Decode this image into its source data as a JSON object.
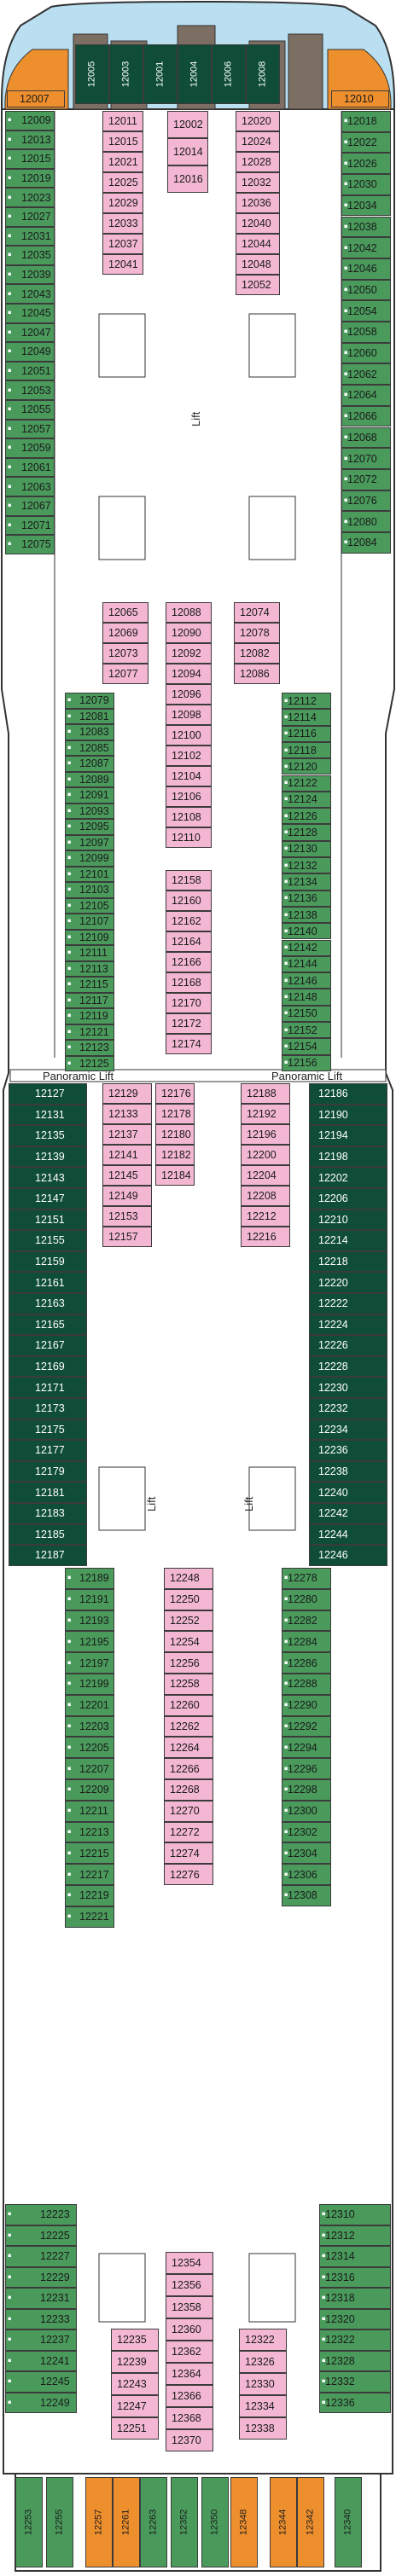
{
  "lift_labels": {
    "upper_lift": "Lift",
    "panoramic_left": "Panoramic Lift",
    "panoramic_right": "Panoramic Lift",
    "lower_lift_left": "Lift",
    "lower_lift_right": "Lift"
  },
  "colors": {
    "balcony_green": "#4a9a5c",
    "dark_green": "#0f4d38",
    "pink": "#f3b7d3",
    "orange": "#ee8f2e",
    "blue": "#b9dff0"
  },
  "cabins": {
    "left_outer_upper": [
      "12009",
      "12013",
      "12015",
      "12019",
      "12023",
      "12027",
      "12031",
      "12035",
      "12039",
      "12043",
      "12045",
      "12047",
      "12049",
      "12051",
      "12053",
      "12055",
      "12057",
      "12059",
      "12061",
      "12063",
      "12067",
      "12071",
      "12075"
    ],
    "right_outer_upper": [
      "12018",
      "12022",
      "12026",
      "12030",
      "12034",
      "12038",
      "12042",
      "12046",
      "12050",
      "12054",
      "12058",
      "12060",
      "12062",
      "12064",
      "12066",
      "12068",
      "12070",
      "12072",
      "12076",
      "12080",
      "12084"
    ],
    "center_left_upper": [
      "12011",
      "12015",
      "12021",
      "12025",
      "12029",
      "12033",
      "12037",
      "12041"
    ],
    "center_mid_upper": [
      "12002",
      "12014",
      "12016"
    ],
    "center_right_upper": [
      "12020",
      "12024",
      "12028",
      "12032",
      "12036",
      "12040",
      "12044",
      "12048",
      "12052"
    ],
    "left_inner_upper": [
      "12065",
      "12069",
      "12073",
      "12077"
    ],
    "center_upper_mid": [
      "12088",
      "12090",
      "12092"
    ],
    "right_inner_upper": [
      "12074",
      "12078",
      "12082",
      "12086"
    ],
    "center_tall_upper": [
      "12094",
      "12096",
      "12098",
      "12100",
      "12102",
      "12104",
      "12106",
      "12108",
      "12110"
    ],
    "left_outer_mid": [
      "12079",
      "12081",
      "12083",
      "12085",
      "12087",
      "12089",
      "12091",
      "12093",
      "12095",
      "12097",
      "12099",
      "12101",
      "12103",
      "12105",
      "12107",
      "12109",
      "12111",
      "12113",
      "12115",
      "12117",
      "12119",
      "12121",
      "12123",
      "12125"
    ],
    "right_outer_mid": [
      "12112",
      "12114",
      "12116",
      "12118",
      "12120",
      "12122",
      "12124",
      "12126",
      "12128",
      "12130",
      "12132",
      "12134",
      "12136",
      "12138",
      "12140",
      "12142",
      "12144",
      "12146",
      "12148",
      "12150",
      "12152",
      "12154",
      "12156"
    ],
    "center_tall_mid": [
      "12158",
      "12160",
      "12162",
      "12164",
      "12166",
      "12168",
      "12170",
      "12172",
      "12174"
    ],
    "center_pano_top": [
      "12176",
      "12178",
      "12180",
      "12182",
      "12184"
    ],
    "left_pano": [
      "12129",
      "12133",
      "12137",
      "12141",
      "12145",
      "12149",
      "12153",
      "12157"
    ],
    "right_pano": [
      "12188",
      "12192",
      "12196",
      "12200",
      "12204",
      "12208",
      "12212",
      "12216"
    ],
    "left_dark": [
      "12127",
      "12131",
      "12135",
      "12139",
      "12143",
      "12147",
      "12151",
      "12155",
      "12159",
      "12161",
      "12163",
      "12165",
      "12167",
      "12169",
      "12171",
      "12173",
      "12175",
      "12177",
      "12179",
      "12181",
      "12183",
      "12185",
      "12187"
    ],
    "right_dark": [
      "12186",
      "12190",
      "12194",
      "12198",
      "12202",
      "12206",
      "12210",
      "12214",
      "12218",
      "12220",
      "12222",
      "12224",
      "12226",
      "12228",
      "12230",
      "12232",
      "12234",
      "12236",
      "12238",
      "12240",
      "12242",
      "12244",
      "12246"
    ],
    "left_lower": [
      "12189",
      "12191",
      "12193",
      "12195",
      "12197",
      "12199",
      "12201",
      "12203",
      "12205",
      "12207",
      "12209",
      "12211",
      "12213",
      "12215",
      "12217",
      "12219",
      "12221"
    ],
    "right_lower": [
      "12278",
      "12280",
      "12282",
      "12284",
      "12286",
      "12288",
      "12290",
      "12292",
      "12294",
      "12296",
      "12298",
      "12300",
      "12302",
      "12304",
      "12306",
      "12308"
    ],
    "center_lower": [
      "12248",
      "12250",
      "12252",
      "12254",
      "12256",
      "12258",
      "12260",
      "12262",
      "12264",
      "12266",
      "12268",
      "12270",
      "12272",
      "12274",
      "12276"
    ],
    "left_stern": [
      "12223",
      "12225",
      "12227",
      "12229",
      "12231",
      "12233",
      "12237",
      "12241",
      "12245",
      "12249"
    ],
    "right_stern": [
      "12310",
      "12312",
      "12314",
      "12316",
      "12318",
      "12320",
      "12322",
      "12328",
      "12332",
      "12336"
    ],
    "stern_center_left": [
      "12235",
      "12239",
      "12243",
      "12247",
      "12251"
    ],
    "stern_center_mid": [
      "12354",
      "12356",
      "12358",
      "12360",
      "12362",
      "12364",
      "12366",
      "12368",
      "12370"
    ],
    "stern_center_right": [
      "12322",
      "12326",
      "12330",
      "12334",
      "12338"
    ],
    "stern_bottom": [
      "12253",
      "12255",
      "12257",
      "12261",
      "12263",
      "12352",
      "12350",
      "12348",
      "12344",
      "12342",
      "12340"
    ],
    "bow": [
      "12005",
      "12003",
      "12001",
      "12004",
      "12006",
      "12008"
    ],
    "bow_corner": [
      "12007",
      "12010"
    ]
  }
}
